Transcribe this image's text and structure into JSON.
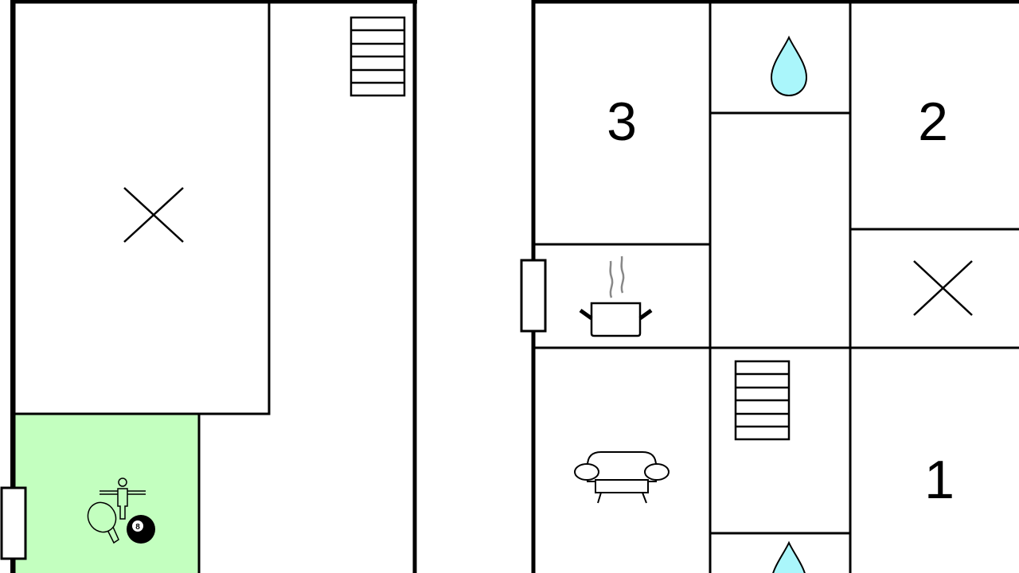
{
  "colors": {
    "wall": "#000000",
    "game_room": "#c3ffbf",
    "water": "#aaf6fb",
    "steam": "#888888"
  },
  "left_building": {
    "rooms": [
      {
        "name": "unlabeled-room",
        "icon": "x-mark-icon"
      },
      {
        "name": "game-room",
        "icons": [
          "foosball-icon",
          "ping-pong-paddle-icon",
          "eight-ball-icon"
        ],
        "ball_number": "8"
      },
      {
        "name": "hallway",
        "icon": "stairs-icon"
      }
    ]
  },
  "right_building": {
    "rooms": [
      {
        "label": "3",
        "type": "bedroom"
      },
      {
        "label": "2",
        "type": "bedroom"
      },
      {
        "label": "1",
        "type": "bedroom"
      },
      {
        "type": "bathroom",
        "icon": "water-drop-icon"
      },
      {
        "type": "kitchen",
        "icon": "cooking-pot-icon"
      },
      {
        "type": "living-room",
        "icon": "sofa-icon"
      },
      {
        "type": "other",
        "icon": "x-mark-icon"
      },
      {
        "type": "stairwell",
        "icon": "stairs-icon"
      }
    ]
  }
}
